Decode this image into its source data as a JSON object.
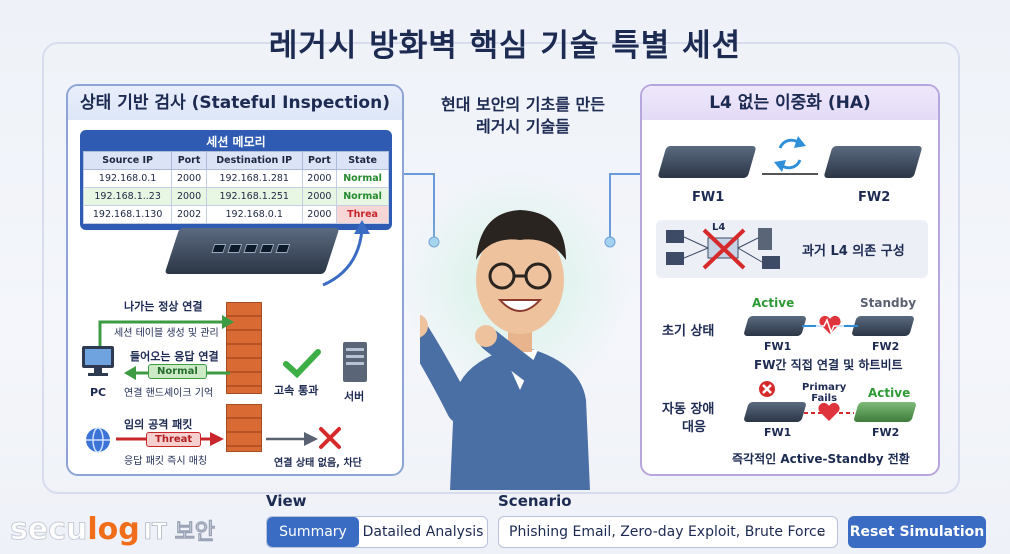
{
  "title": "레거시 방화벽 핵심 기술 특별 세션",
  "center_subtitle_line1": "현대 보안의 기초를 만든",
  "center_subtitle_line2": "레거시 기술들",
  "left_panel": {
    "title": "상태 기반 검사 (Stateful Inspection)",
    "session_table": {
      "title": "세션 메모리",
      "headers": [
        "Source IP",
        "Port",
        "Destination IP",
        "Port",
        "State"
      ],
      "rows": [
        [
          "192.168.0.1",
          "2000",
          "192.168.1.281",
          "2000",
          "Normal"
        ],
        [
          "192.168.1..23",
          "2000",
          "192.168.1.251",
          "2000",
          "Normal"
        ],
        [
          "192.168.1.130",
          "2002",
          "192.168.0.1",
          "2000",
          "Threa"
        ]
      ]
    },
    "outgoing_label": "나가는 정상 연결",
    "outgoing_sub": "세션 테이블 생성 및 관리",
    "incoming_label": "들어오는 응답 연결",
    "normal_tag": "Normal",
    "incoming_sub": "연결 핸드셰이크 기억",
    "pc_label": "PC",
    "fast_pass": "고속 통과",
    "server_label": "서버",
    "attack_label": "임의 공격 패킷",
    "threat_tag": "Threat",
    "attack_sub": "응답 패킷 즉시 매칭",
    "block_label": "연결 상태 없음, 차단"
  },
  "right_panel": {
    "title": "L4 없는 이중화 (HA)",
    "fw1": "FW1",
    "fw2": "FW2",
    "l4_box_label": "과거 L4 의존 구성",
    "l4_tag": "L4",
    "initial_state": "초기 상태",
    "active": "Active",
    "standby": "Standby",
    "direct_link": "FW간 직접 연결 및 하트비트",
    "failover_label_line1": "자동 장애",
    "failover_label_line2": "대응",
    "primary_fails": "Primary\nFails",
    "primary_fails_line1": "Primary",
    "primary_fails_line2": "Fails",
    "switch_label": "즉각적인 Active-Standby 전환"
  },
  "controls": {
    "view_label": "View",
    "view_options": [
      "Summary",
      "Datailed Analysis"
    ],
    "view_selected": "Summary",
    "scenario_label": "Scenario",
    "scenario_value": "Phishing Email, Zero-day Exploit, Brute Force",
    "reset_label": "Reset Simulation"
  },
  "logo": {
    "part1": "secu",
    "part2": "log",
    "part3": "IT 보안"
  },
  "colors": {
    "accent": "#3a6cc4",
    "normal": "#268a2f",
    "threat": "#c8262a",
    "logo_orange": "#f06d1a"
  }
}
